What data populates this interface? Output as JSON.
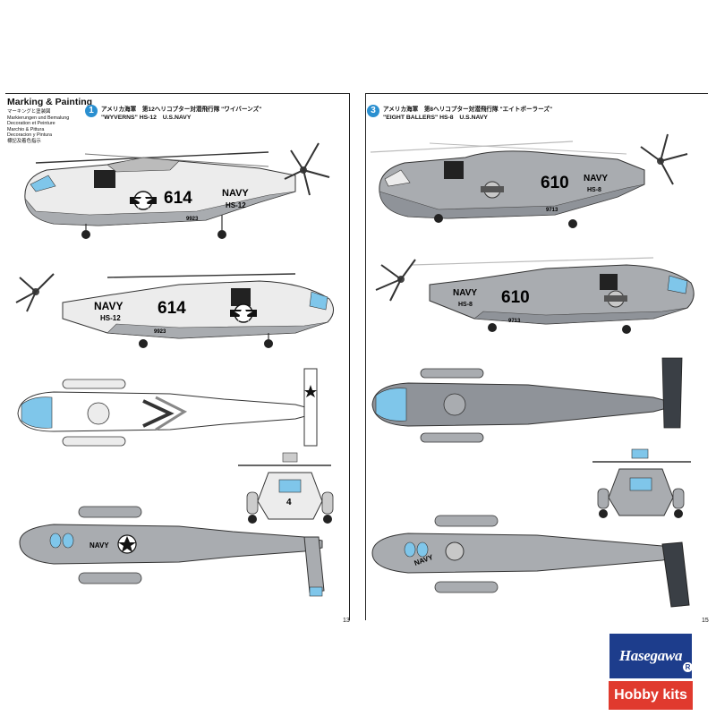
{
  "left": {
    "title": "Marking & Painting",
    "languages": [
      "マーキングと塗装図",
      "Markierungen und Bemalung",
      "Decoration et Peinture",
      "Marchio & Pittura",
      "Decoracion y Pintura",
      "標記及着色指示"
    ],
    "scheme": {
      "number": "1",
      "jp": "アメリカ海軍　第12ヘリコプター対潜飛行隊 \"ワイバーンズ\"",
      "en": "\"WYVERNS\" HS-12　U.S.NAVY"
    },
    "side_number": "614",
    "navy": "NAVY",
    "unit": "HS-12",
    "serial": "9923",
    "bottom_navy": "NAVY",
    "tail_mark": "4",
    "page_number": "13"
  },
  "right": {
    "scheme": {
      "number": "3",
      "jp": "アメリカ海軍　第8ヘリコプター対潜飛行隊 \"エイトボーラーズ\"",
      "en": "\"EIGHT BALLERS\" HS-8　U.S.NAVY"
    },
    "side_number": "610",
    "navy": "NAVY",
    "unit": "HS-8",
    "serial": "9713",
    "bottom_navy": "NAVY",
    "page_number": "15"
  },
  "brand": {
    "logo": "Hasegawa",
    "registered": "R",
    "tagline": "Hobby kits",
    "colors": {
      "blue": "#1d3d8c",
      "red": "#e03a2e"
    }
  },
  "colors": {
    "light_gray": "#ececec",
    "mid_gray": "#a9acb0",
    "dark_gray": "#8f9399",
    "blue_accent": "#7fc6ea",
    "tail_dark": "#3a3f45",
    "callout_blue": "#2a8fd0"
  }
}
